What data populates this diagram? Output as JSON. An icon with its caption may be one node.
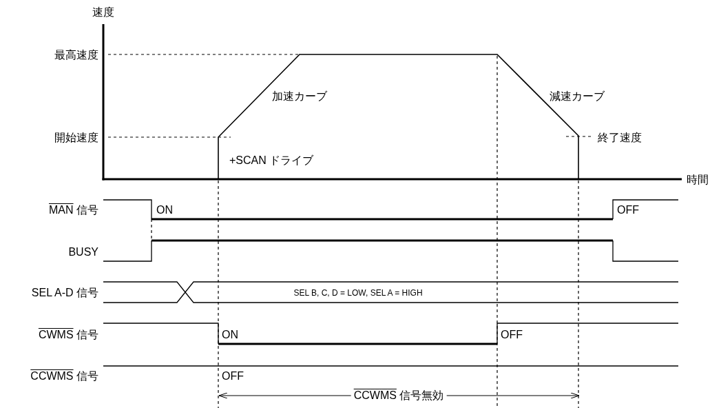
{
  "diagram": {
    "labels": [
      "速度",
      "最高速度",
      "加速カーブ",
      "減速カーブ",
      "開始速度",
      "終了速度",
      "+SCAN ドライブ",
      "時間",
      "MAN 信号",
      "ON",
      "OFF",
      "BUSY",
      "SEL A-D 信号",
      "SEL B, C, D = LOW, SEL A = HIGH",
      "CWMS 信号",
      "ON",
      "OFF",
      "CCWMS 信号",
      "OFF",
      "CCWMS 信号無効"
    ]
  }
}
